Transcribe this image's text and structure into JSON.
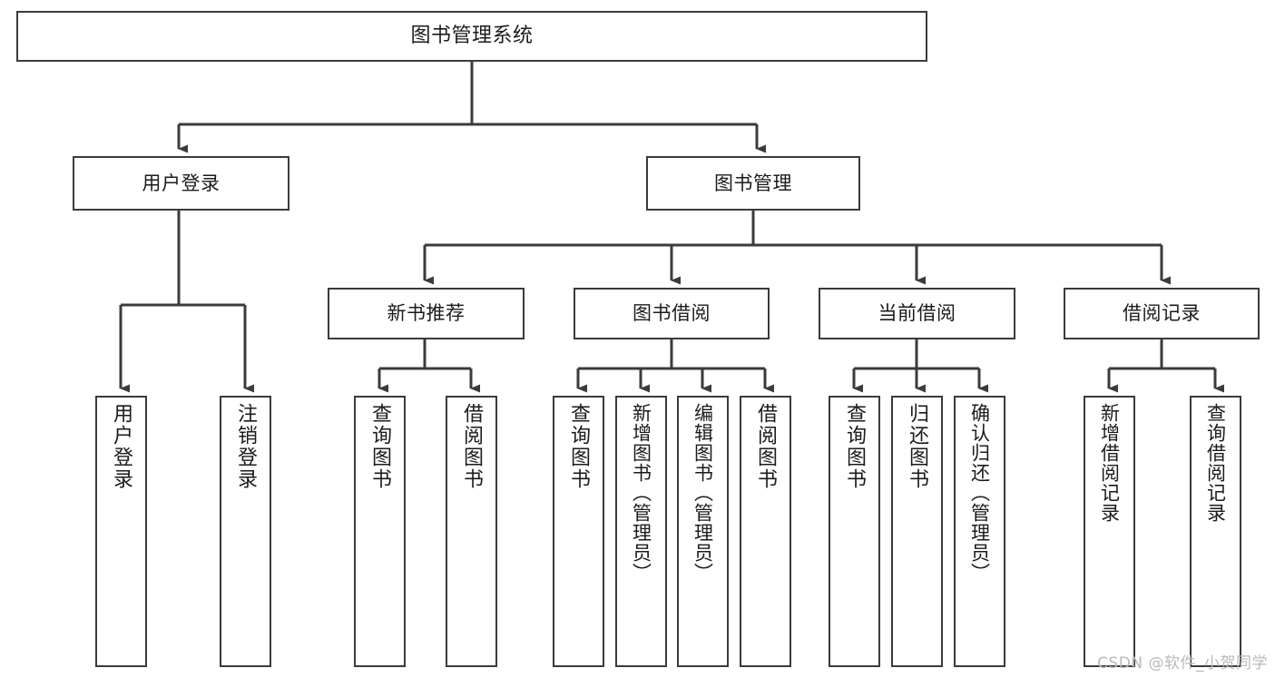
{
  "diagram": {
    "title": "图书管理系统",
    "type": "hierarchy-tree",
    "watermark": "CSDN @软件_小贺同学",
    "colors": {
      "stroke": "#3b3b3b",
      "fill": "#ffffff",
      "text": "#1b1b1b",
      "watermark": "#b9b9b9"
    },
    "nodes": {
      "root": {
        "label": "图书管理系统",
        "orientation": "horizontal"
      },
      "level2": [
        {
          "id": "user-login",
          "label": "用户登录",
          "orientation": "horizontal"
        },
        {
          "id": "book-manage",
          "label": "图书管理",
          "orientation": "horizontal"
        }
      ],
      "level3": [
        {
          "id": "new-book-recommend",
          "label": "新书推荐",
          "orientation": "horizontal"
        },
        {
          "id": "book-borrow",
          "label": "图书借阅",
          "orientation": "horizontal"
        },
        {
          "id": "current-borrow",
          "label": "当前借阅",
          "orientation": "horizontal"
        },
        {
          "id": "borrow-record",
          "label": "借阅记录",
          "orientation": "horizontal"
        }
      ],
      "leaves": {
        "user-login": [
          {
            "id": "leaf-user-login",
            "label": "用户登录",
            "orientation": "vertical"
          },
          {
            "id": "leaf-logout",
            "label": "注销登录",
            "orientation": "vertical"
          }
        ],
        "new-book-recommend": [
          {
            "id": "leaf-query-book-1",
            "label": "查询图书",
            "orientation": "vertical"
          },
          {
            "id": "leaf-borrow-book-1",
            "label": "借阅图书",
            "orientation": "vertical"
          }
        ],
        "book-borrow": [
          {
            "id": "leaf-query-book-2",
            "label": "查询图书",
            "orientation": "vertical"
          },
          {
            "id": "leaf-add-book",
            "label": "新增图书（管理员）",
            "orientation": "vertical"
          },
          {
            "id": "leaf-edit-book",
            "label": "编辑图书（管理员）",
            "orientation": "vertical"
          },
          {
            "id": "leaf-borrow-book-2",
            "label": "借阅图书",
            "orientation": "vertical"
          }
        ],
        "current-borrow": [
          {
            "id": "leaf-query-book-3",
            "label": "查询图书",
            "orientation": "vertical"
          },
          {
            "id": "leaf-return-book",
            "label": "归还图书",
            "orientation": "vertical"
          },
          {
            "id": "leaf-confirm-return",
            "label": "确认归还（管理员）",
            "orientation": "vertical"
          }
        ],
        "borrow-record": [
          {
            "id": "leaf-add-record",
            "label": "新增借阅记录",
            "orientation": "vertical"
          },
          {
            "id": "leaf-query-record",
            "label": "查询借阅记录",
            "orientation": "vertical"
          }
        ]
      }
    }
  }
}
